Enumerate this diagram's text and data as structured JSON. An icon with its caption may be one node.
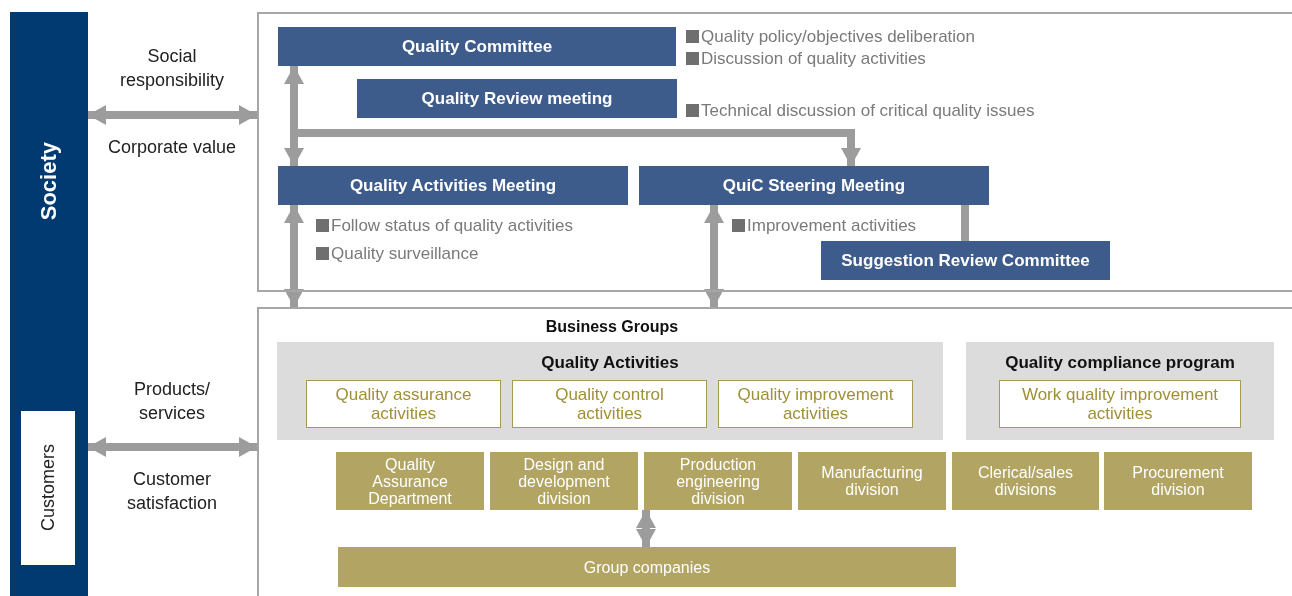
{
  "diagram": {
    "nodes": [
      {
        "text": [
          "Society"
        ]
      },
      {
        "text": [
          "Customers"
        ],
        "in": 0
      },
      {
        "text": [],
        "shape": "box"
      },
      {
        "text": [
          "Quality Committee"
        ],
        "in": 2,
        "beside": [
          "Quality policy/objectives deliberation",
          "Discussion of quality activities"
        ]
      },
      {
        "text": [
          "Quality Review meeting"
        ],
        "in": 2,
        "beside": [
          "Technical discussion of critical quality issues"
        ]
      },
      {
        "text": [
          "Quality Activities Meeting"
        ],
        "in": 2,
        "beside": [
          "Follow status of quality activities",
          "Quality surveillance"
        ]
      },
      {
        "text": [
          "QuiC Steering Meeting"
        ],
        "in": 2,
        "beside": [
          "Improvement activities"
        ]
      },
      {
        "text": [
          "Suggestion Review Committee"
        ],
        "in": 2
      },
      {
        "text": [
          "Business Groups"
        ]
      },
      {
        "text": [
          "Quality Activities"
        ],
        "in": 8
      },
      {
        "text": [
          "Quality assurance activities"
        ],
        "in": 9
      },
      {
        "text": [
          "Quality control activities"
        ],
        "in": 9
      },
      {
        "text": [
          "Quality improvement activities"
        ],
        "in": 9
      },
      {
        "text": [
          "Quality compliance program"
        ],
        "in": 8
      },
      {
        "text": [
          "Work quality improvement activities"
        ],
        "in": 13
      },
      {
        "text": [
          "Quality Assurance Department"
        ],
        "in": 8
      },
      {
        "text": [
          "Design and development division"
        ],
        "in": 8
      },
      {
        "text": [
          "Production engineering division"
        ],
        "in": 8
      },
      {
        "text": [
          "Manufacturing division"
        ],
        "in": 8
      },
      {
        "text": [
          "Clerical/sales divisions"
        ],
        "in": 8
      },
      {
        "text": [
          "Procurement division"
        ],
        "in": 8
      },
      {
        "text": [
          "Group companies"
        ],
        "in": 8
      }
    ],
    "edges": [
      {
        "from": 0,
        "to": 2,
        "arrow": "both"
      },
      {
        "from": 0,
        "to": 8,
        "arrow": "both"
      },
      {
        "from": 3,
        "to": 5,
        "arrow": "both"
      },
      {
        "from": 3,
        "to": 6,
        "arrow": "to"
      },
      {
        "from": 5,
        "to": 8,
        "arrow": "both"
      },
      {
        "from": 6,
        "to": 8,
        "arrow": "both"
      },
      {
        "from": 6,
        "to": 7,
        "arrow": "none"
      },
      {
        "from": 17,
        "to": 21,
        "arrow": "both"
      }
    ],
    "labels": [
      "Social responsibility",
      "Corporate value",
      "Products/ services",
      "Customer satisfaction"
    ]
  }
}
